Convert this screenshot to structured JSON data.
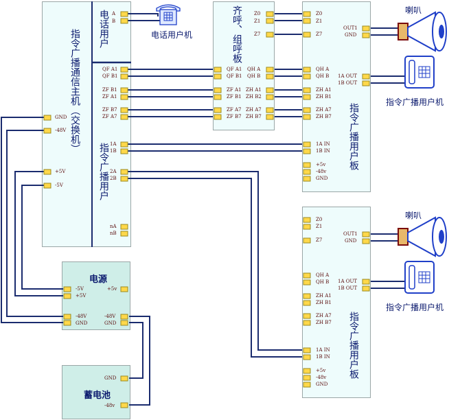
{
  "main_unit": {
    "title": "指令广播通信主机（交换机）",
    "section_phone": "电话用户",
    "section_broadcast": "指令广播用户",
    "pins_right": [
      "A",
      "B",
      "QF A1",
      "QF B1",
      "ZF B1",
      "ZF A1",
      "ZF B7",
      "ZF A7",
      "1A",
      "1B",
      "2A",
      "2B",
      "nA",
      "nB"
    ],
    "pins_left": [
      "GND",
      "-48V",
      "+5V",
      "-5V"
    ]
  },
  "phone_user_label": "电话用户机",
  "group_board": {
    "title": "齐呼、组呼板",
    "pins_top_right": [
      "Z0",
      "Z1",
      "Z7"
    ],
    "pins_left": [
      "QF A1",
      "QF B1",
      "ZF A1",
      "ZF B1",
      "ZF A7",
      "ZF B7"
    ],
    "pins_right": [
      "QH A",
      "QH B",
      "ZH A1",
      "ZH B2",
      "ZH A7",
      "ZH B7"
    ]
  },
  "broadcast_board_1": {
    "title": "指令广播用户板",
    "pins_left": [
      "Z0",
      "Z1",
      "Z7",
      "QH A",
      "QH B",
      "ZH A1",
      "ZH B1",
      "ZH A7",
      "ZH B7",
      "1A IN",
      "1B IN",
      "+5v",
      "-48v",
      "GND"
    ],
    "pins_right": [
      "OUT1",
      "GND",
      "1A OUT",
      "1B OUT"
    ]
  },
  "broadcast_board_2": {
    "title": "指令广播用户板",
    "pins_left": [
      "Z0",
      "Z1",
      "Z7",
      "QH A",
      "QH B",
      "ZH A1",
      "ZH B1",
      "ZH A7",
      "ZH B7",
      "1A IN",
      "1B IN",
      "+5v",
      "-48v",
      "GND"
    ],
    "pins_right": [
      "OUT1",
      "GND",
      "1A OUT",
      "1B OUT"
    ]
  },
  "speaker_label": "喇叭",
  "broadcast_user_label": "指令广播用户机",
  "power_supply": {
    "title": "电源",
    "pins_left": [
      "-5V",
      "+5V",
      "-48V",
      "GND"
    ],
    "pins_right": [
      "+5v",
      "-48V",
      "GND"
    ]
  },
  "battery": {
    "title": "蓄电池",
    "pins": [
      "GND",
      "-48v"
    ]
  },
  "colors": {
    "wire": "#1a2b6e",
    "box_fill": "#eefcfc",
    "terminal": "#ffd84a",
    "speaker_body": "#e8b86a",
    "device_blue": "#1f3fc8"
  }
}
